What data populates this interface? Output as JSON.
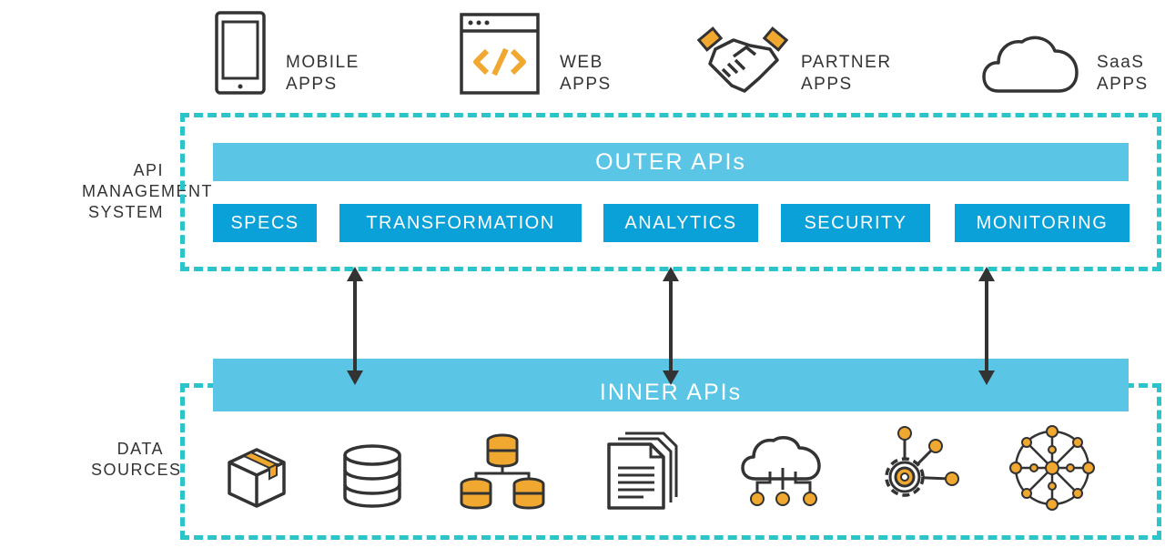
{
  "clients": {
    "mobile": "MOBILE\nAPPS",
    "web": "WEB\nAPPS",
    "partner": "PARTNER\nAPPS",
    "saas": "SaaS\nAPPS"
  },
  "sections": {
    "api_management": "API\nMANAGEMENT\nSYSTEM",
    "data_sources": "DATA\nSOURCES"
  },
  "outer_apis": "OUTER APIs",
  "inner_apis": "INNER APIs",
  "modules": [
    "SPECS",
    "TRANSFORMATION",
    "ANALYTICS",
    "SECURITY",
    "MONITORING"
  ],
  "colors": {
    "teal_dash": "#2ac4c9",
    "band_light_blue": "#5bc5e5",
    "pill_blue": "#0aa0d8",
    "accent_orange": "#f0a830",
    "icon_dark": "#333333"
  },
  "icons": {
    "clients": [
      "smartphone-icon",
      "browser-code-icon",
      "handshake-icon",
      "cloud-icon"
    ],
    "data_sources": [
      "package-box-icon",
      "database-icon",
      "distributed-database-icon",
      "documents-icon",
      "cloud-network-icon",
      "gear-network-icon",
      "neural-network-icon"
    ]
  }
}
